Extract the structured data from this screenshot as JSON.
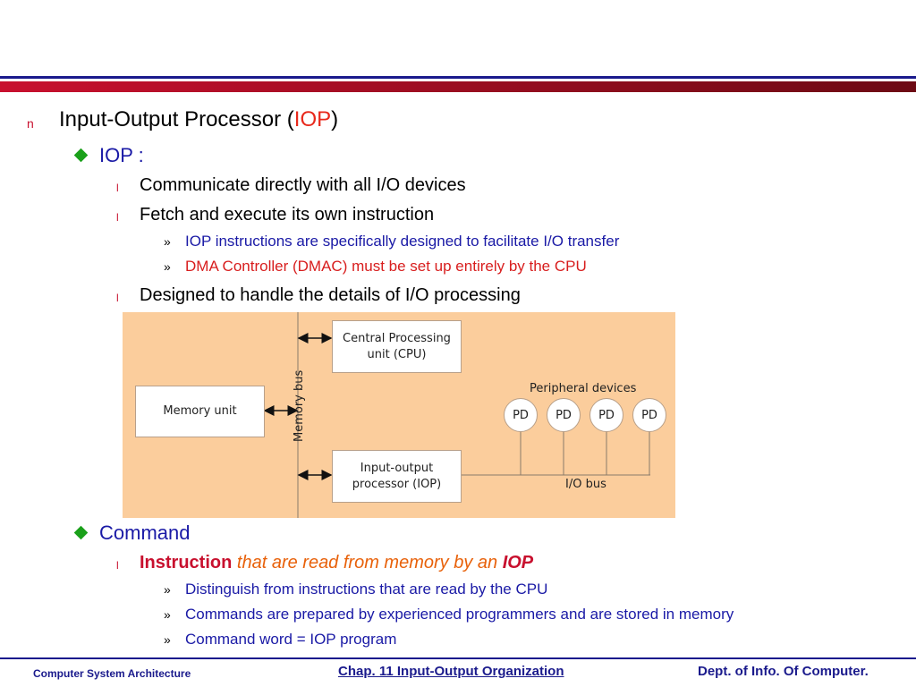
{
  "slide": {
    "title_prefix": "Input-Output Processor (",
    "title_highlight": "IOP",
    "title_suffix": ")",
    "level1_bullet": "n",
    "sections": [
      {
        "heading": "IOP :",
        "items": [
          {
            "bullet": "l",
            "text": "Communicate directly with all I/O devices"
          },
          {
            "bullet": "l",
            "text": "Fetch and execute its own instruction"
          }
        ],
        "subitems": [
          {
            "bullet": "»",
            "text": "IOP instructions are specifically designed to facilitate I/O transfer"
          },
          {
            "bullet": "»",
            "text": "DMA Controller (DMAC) must be set up entirely by the CPU"
          }
        ],
        "last_item": {
          "bullet": "l",
          "text": "Designed to handle the details of I/O processing"
        }
      },
      {
        "heading": "Command",
        "instruction_item": {
          "bullet": "l",
          "bold_word": "Instruction",
          "italic_text": " that are read from memory by an ",
          "bold_end": "IOP"
        },
        "subitems": [
          {
            "bullet": "»",
            "text": "Distinguish from instructions that are read by the CPU"
          },
          {
            "bullet": "»",
            "text": "Commands are prepared by experienced programmers and are stored in memory"
          },
          {
            "bullet": "»",
            "text": "Command word = IOP program"
          }
        ]
      }
    ]
  },
  "diagram": {
    "cpu_box": "Central Processing\nunit (CPU)",
    "iop_box": "Input-output\nprocessor (IOP)",
    "memory_box": "Memory unit",
    "memory_bus_label": "Memory bus",
    "peripheral_label": "Peripheral devices",
    "pd_labels": [
      "PD",
      "PD",
      "PD",
      "PD"
    ],
    "io_bus_label": "I/O bus",
    "background_color": "#fbcd9c"
  },
  "footer": {
    "left": "Computer System Architecture",
    "center": "Chap. 11  Input-Output Organization",
    "right": "Dept. of  Info. Of  Computer."
  },
  "colors": {
    "accent_blue": "#1a1aa6",
    "highlight_red": "#e8291c",
    "instruction_orange": "#e8610a",
    "diamond_green": "#1aa01a"
  }
}
